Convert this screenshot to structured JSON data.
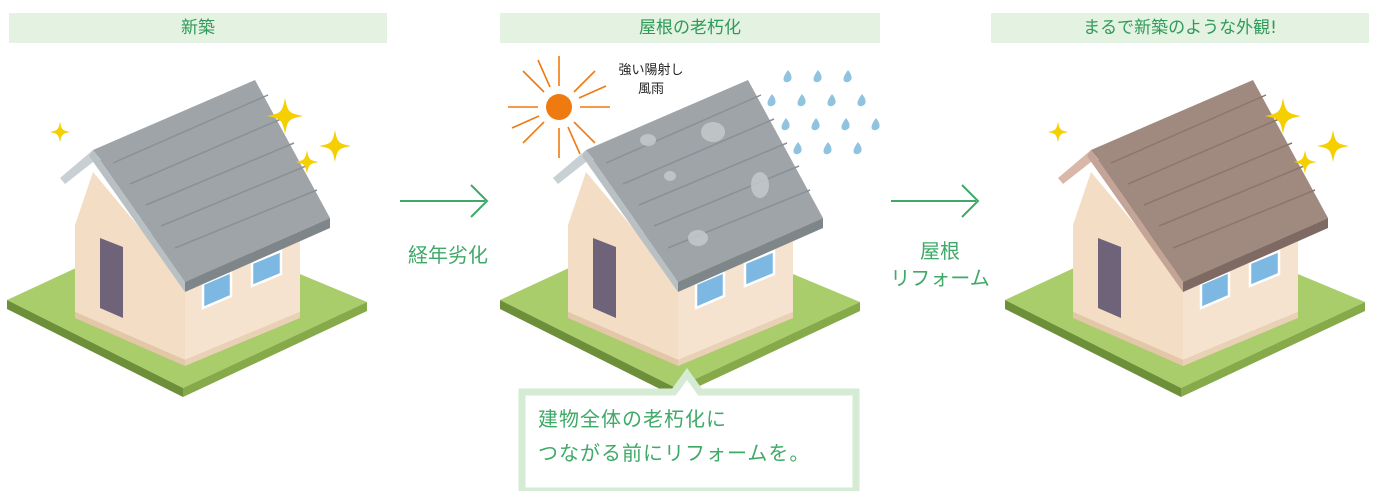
{
  "stages": [
    {
      "label": "新築"
    },
    {
      "label": "屋根の老朽化"
    },
    {
      "label": "まるで新築のような外観!"
    }
  ],
  "arrows": [
    {
      "label": "経年劣化"
    },
    {
      "label_line1": "屋根",
      "label_line2": "リフォーム"
    }
  ],
  "weather": {
    "line1": "強い陽射し",
    "line2": "風雨"
  },
  "callout": {
    "line1": "建物全体の老朽化に",
    "line2": "つながる前にリフォームを。"
  },
  "colors": {
    "label_bg": "#e3f2e1",
    "label_text": "#2f9a58",
    "arrow": "#3fa968",
    "roof_gray": "#9ea4a8",
    "roof_brown": "#a08a80",
    "grass": "#a9cd6b",
    "wall": "#f3ddc5",
    "sun": "#ee7a10",
    "rain": "#8fc3df",
    "sparkle": "#f6cf00"
  }
}
